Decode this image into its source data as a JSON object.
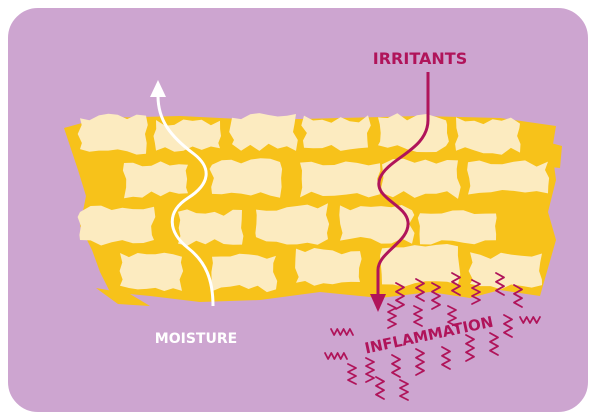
{
  "diagram": {
    "colors": {
      "panel": "#cda5d0",
      "panel_border": "#ffffff",
      "lipid": "#f7c21a",
      "cell": "#fcebc0",
      "moisture_arrow": "#ffffff",
      "irritant_arrow": "#b0145a",
      "moisture_label": "#ffffff",
      "irritant_label": "#b0145a"
    },
    "labels": {
      "irritants": "IRRITANTS",
      "moisture": "MOISTURE",
      "inflammation": "INFLAMMATION"
    },
    "icons": {
      "moisture_arrow": "up-arrow-icon",
      "irritant_arrow": "down-arrow-icon",
      "inflammation": "squiggle-icon"
    }
  }
}
